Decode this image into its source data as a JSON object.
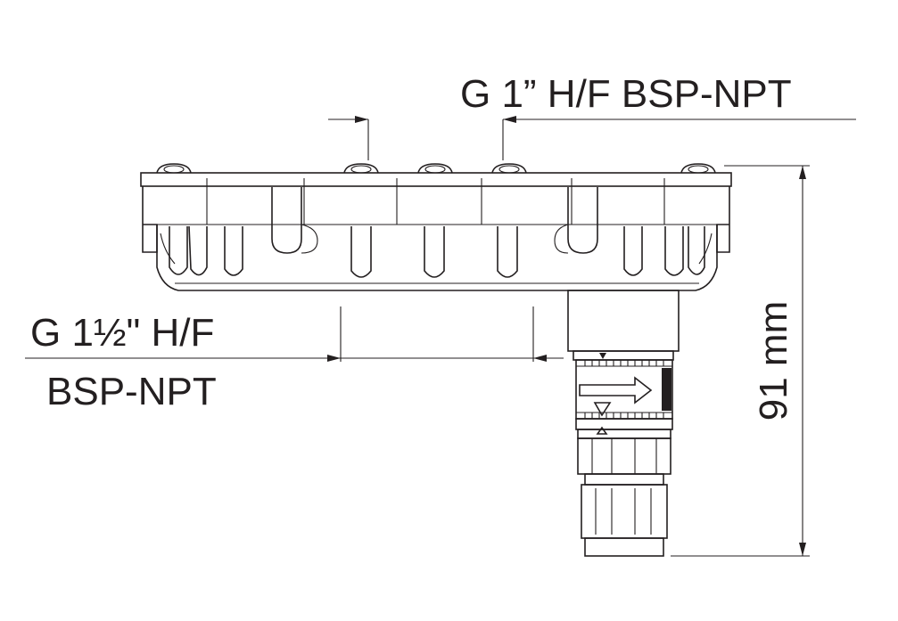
{
  "labels": {
    "top_connection": "G 1” H/F  BSP-NPT",
    "side_connection_line1": "G 1½\"  H/F",
    "side_connection_line2": "BSP-NPT",
    "height_dimension": "91 mm"
  }
}
